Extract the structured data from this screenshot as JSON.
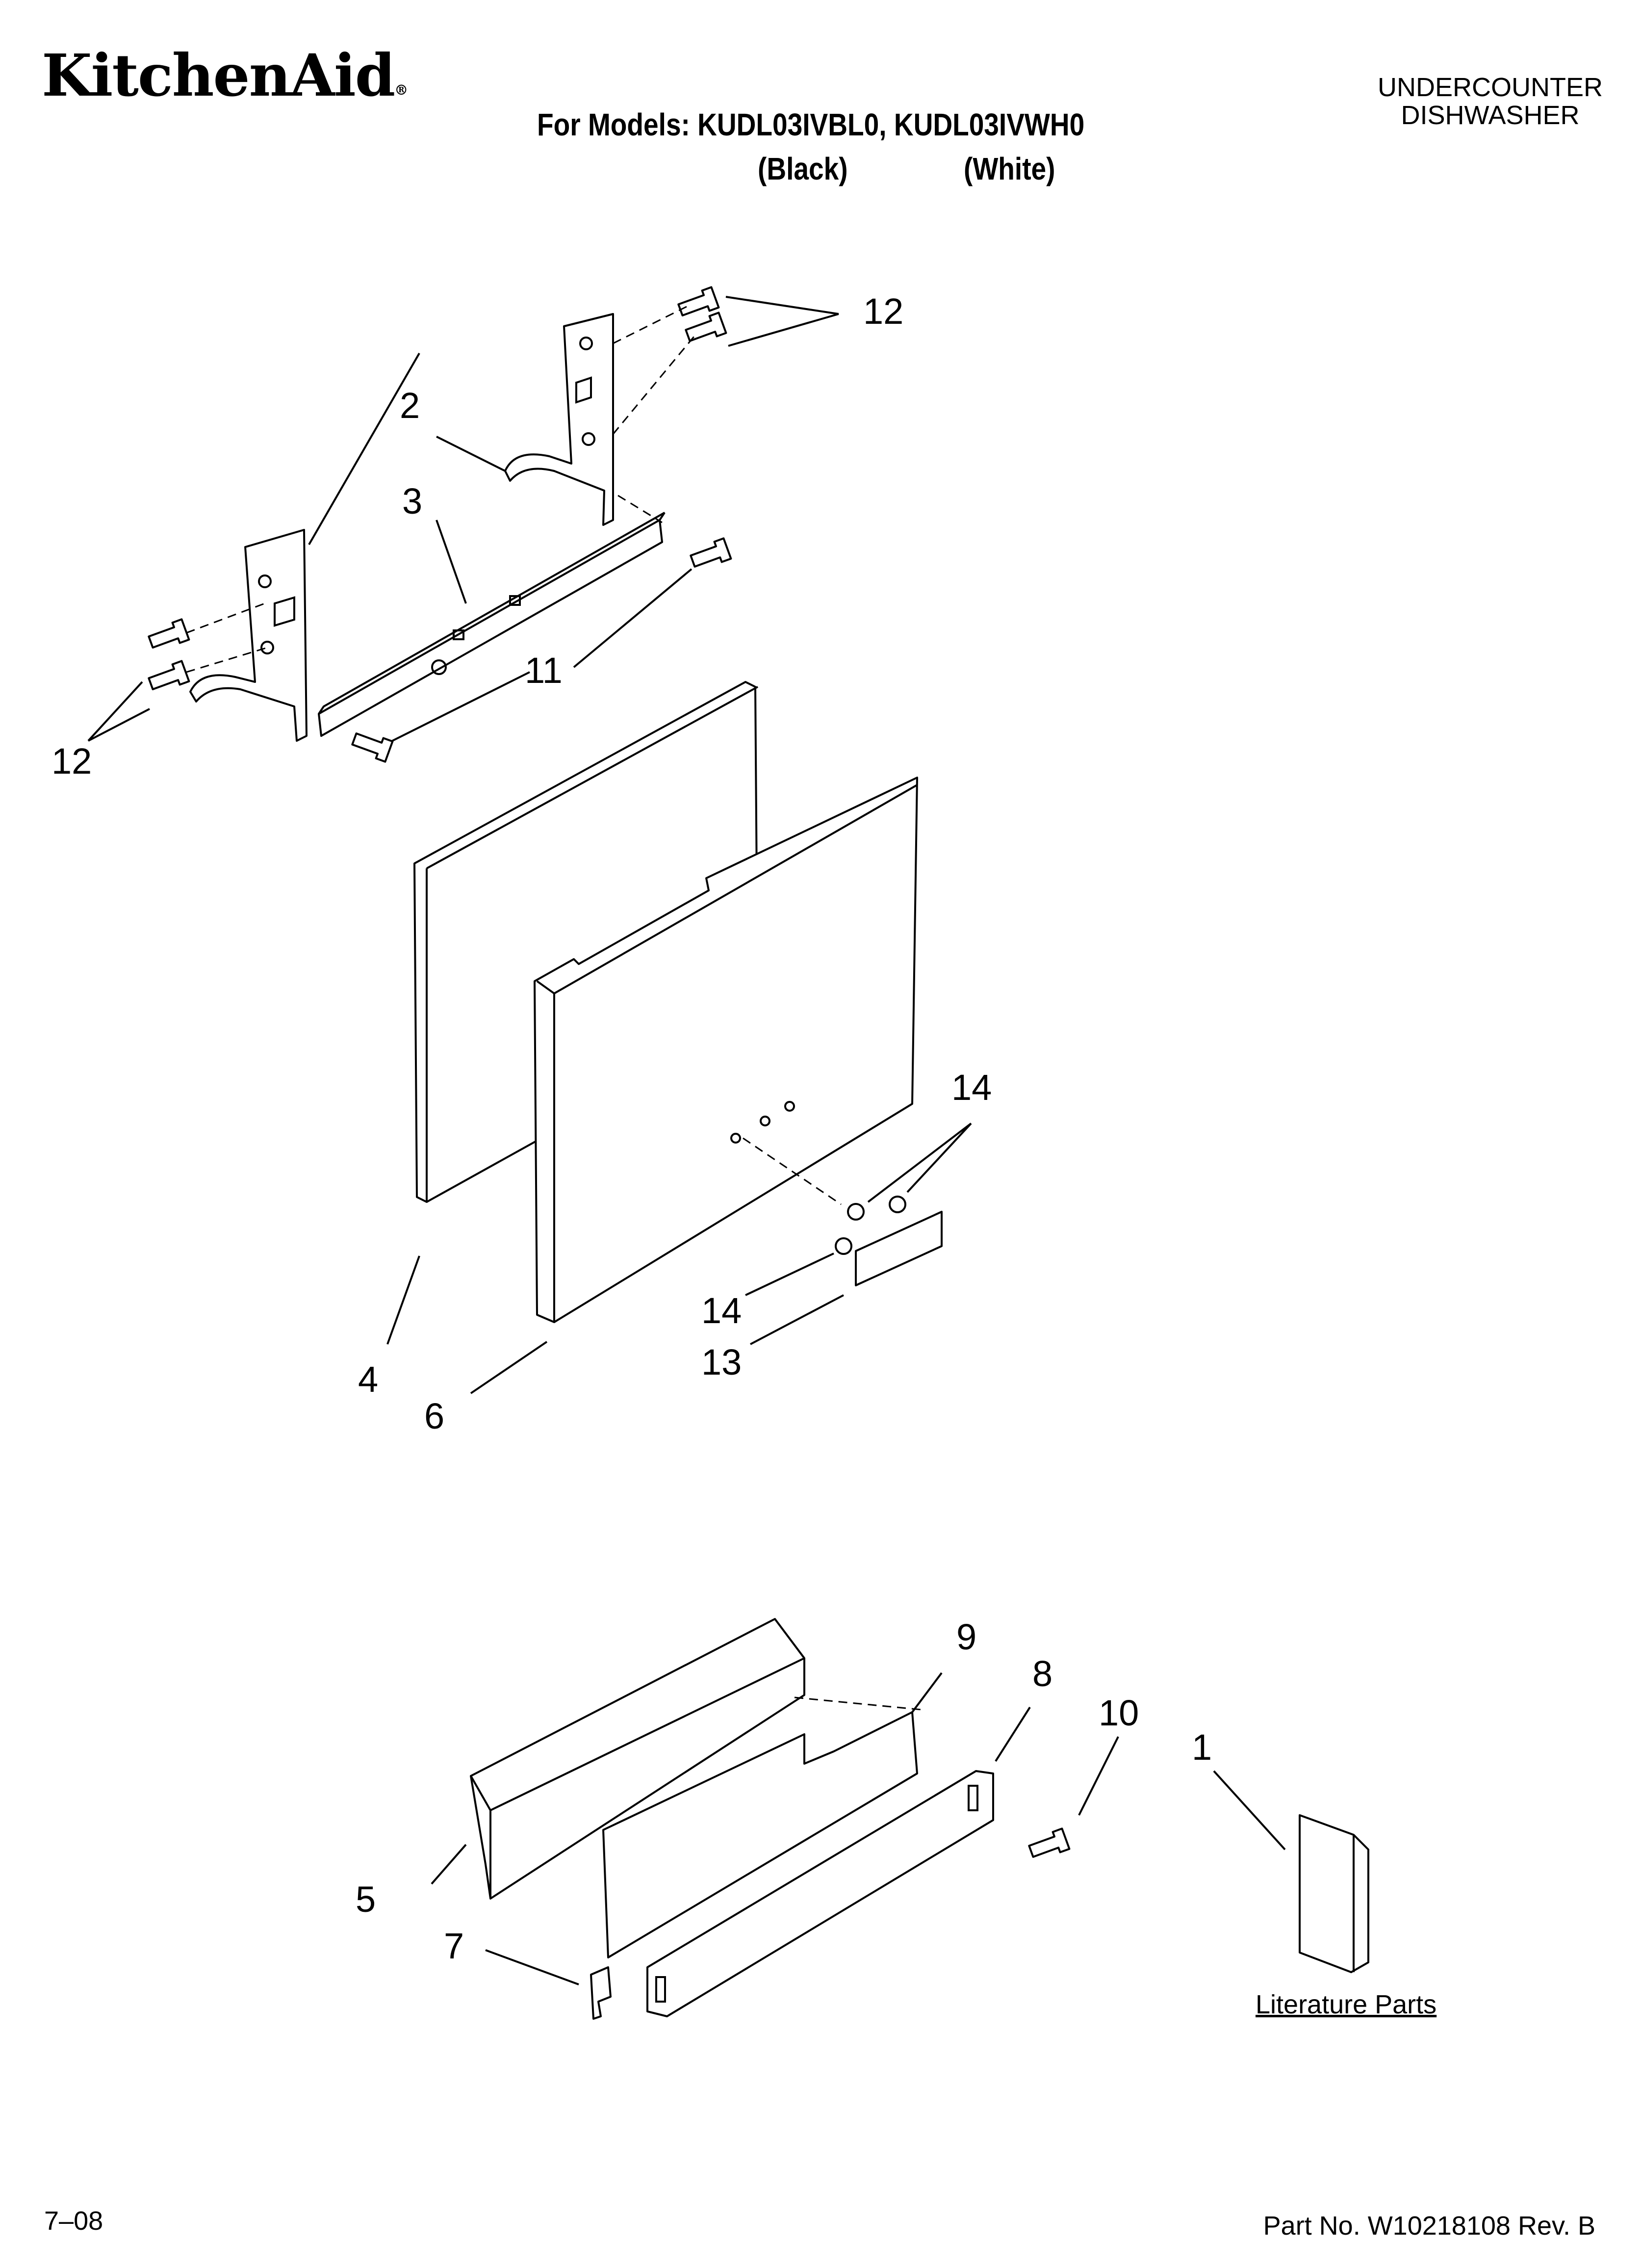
{
  "header": {
    "brand": "KitchenAid",
    "brand_mark": "®",
    "models_line": "For Models: KUDL03IVBL0, KUDL03IVWH0",
    "variant_black": "(Black)",
    "variant_white": "(White)",
    "product_line1": "UNDERCOUNTER",
    "product_line2": "DISHWASHER"
  },
  "callouts": {
    "c1": "1",
    "c2": "2",
    "c3": "3",
    "c4": "4",
    "c5": "5",
    "c6": "6",
    "c7": "7",
    "c8": "8",
    "c9": "9",
    "c10": "10",
    "c11": "11",
    "c12a": "12",
    "c12b": "12",
    "c13": "13",
    "c14a": "14",
    "c14b": "14"
  },
  "literature_label": "Literature Parts",
  "footer": {
    "date_code": "7–08",
    "part_number": "Part No. W10218108 Rev. B"
  }
}
